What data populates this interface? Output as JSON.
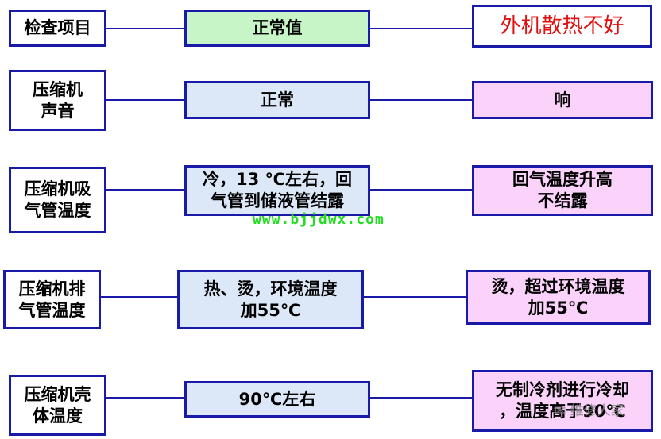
{
  "rows": [
    {
      "item": "检查项目",
      "normal": "正常值",
      "fault": "外机散热不好"
    },
    {
      "item": "压缩机\n声音",
      "normal": "正常",
      "fault": "响"
    },
    {
      "item": "压缩机吸\n气管温度",
      "normal": "冷，13 ℃左右，回\n气管到储液管结露",
      "fault": "回气温度升高\n不结露"
    },
    {
      "item": "压缩机排\n气管温度",
      "normal": "热、烫，环境温度\n加55℃",
      "fault": "烫，超过环境温度\n加55℃"
    },
    {
      "item": "压缩机壳\n体温度",
      "normal": "90℃左右",
      "fault": "无制冷剂进行冷却\n，温度高于90℃"
    }
  ],
  "watermarks": {
    "url": "www.bjjdwx.com",
    "brand": "维修人家"
  }
}
